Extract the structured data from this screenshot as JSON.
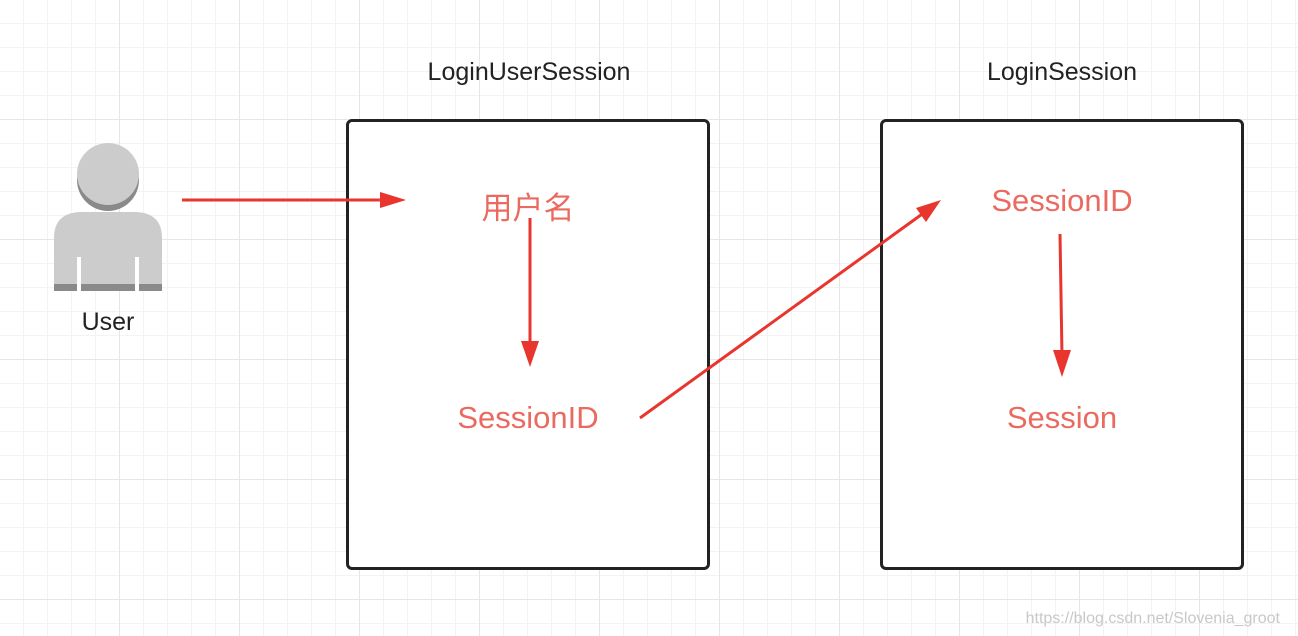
{
  "actor": {
    "label": "User",
    "icon": "user-icon"
  },
  "boxes": {
    "login_user_session": {
      "title": "LoginUserSession",
      "items": [
        "用户名",
        "SessionID"
      ]
    },
    "login_session": {
      "title": "LoginSession",
      "items": [
        "SessionID",
        "Session"
      ]
    }
  },
  "watermark": "https://blog.csdn.net/Slovenia_groot",
  "colors": {
    "arrow": "#e8352d",
    "label": "#eb6a60",
    "border": "#222222",
    "icon": "#cccccc",
    "icon_shadow": "#8a8a8a"
  }
}
